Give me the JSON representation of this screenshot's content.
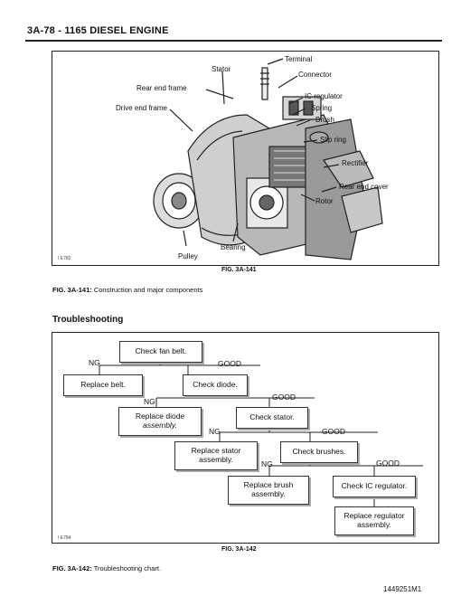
{
  "header": {
    "title": "3A-78 - 1165 DIESEL ENGINE"
  },
  "figure1": {
    "code": "I E782",
    "labels": {
      "terminal": "Terminal",
      "stator": "Stator",
      "connector": "Connector",
      "rear_end_frame": "Rear end frame",
      "ic_regulator": "IC regulator",
      "drive_end_frame": "Drive end frame",
      "spring": "Spring",
      "brush": "Brush",
      "slip_ring": "Slip ring",
      "rectifier": "Rectifier",
      "rear_end_cover": "Rear end cover",
      "rotor": "Rotor",
      "bearing": "Bearing",
      "pulley": "Pulley"
    },
    "fig_label": "FIG. 3A-141",
    "caption_prefix": "FIG. 3A-141:",
    "caption_text": " Construction and major components"
  },
  "section_title": "Troubleshooting",
  "figure2": {
    "code": "I E784",
    "boxes": {
      "check_fan_belt": "Check fan belt.",
      "replace_belt": "Replace belt.",
      "check_diode": "Check diode.",
      "replace_diode": "Replace diode",
      "replace_diode_sub": "assembly.",
      "check_stator": "Check stator.",
      "replace_stator": "Replace stator assembly.",
      "check_brushes": "Check brushes.",
      "replace_brush": "Replace brush assembly.",
      "check_ic": "Check IC regulator.",
      "replace_regulator": "Replace regulator assembly."
    },
    "ng": "NG",
    "good": "GOOD",
    "fig_label": "FIG. 3A-142",
    "caption_prefix": "FIG. 3A-142:",
    "caption_text": " Troubleshooting chart."
  },
  "footer": {
    "code": "1449251M1"
  }
}
